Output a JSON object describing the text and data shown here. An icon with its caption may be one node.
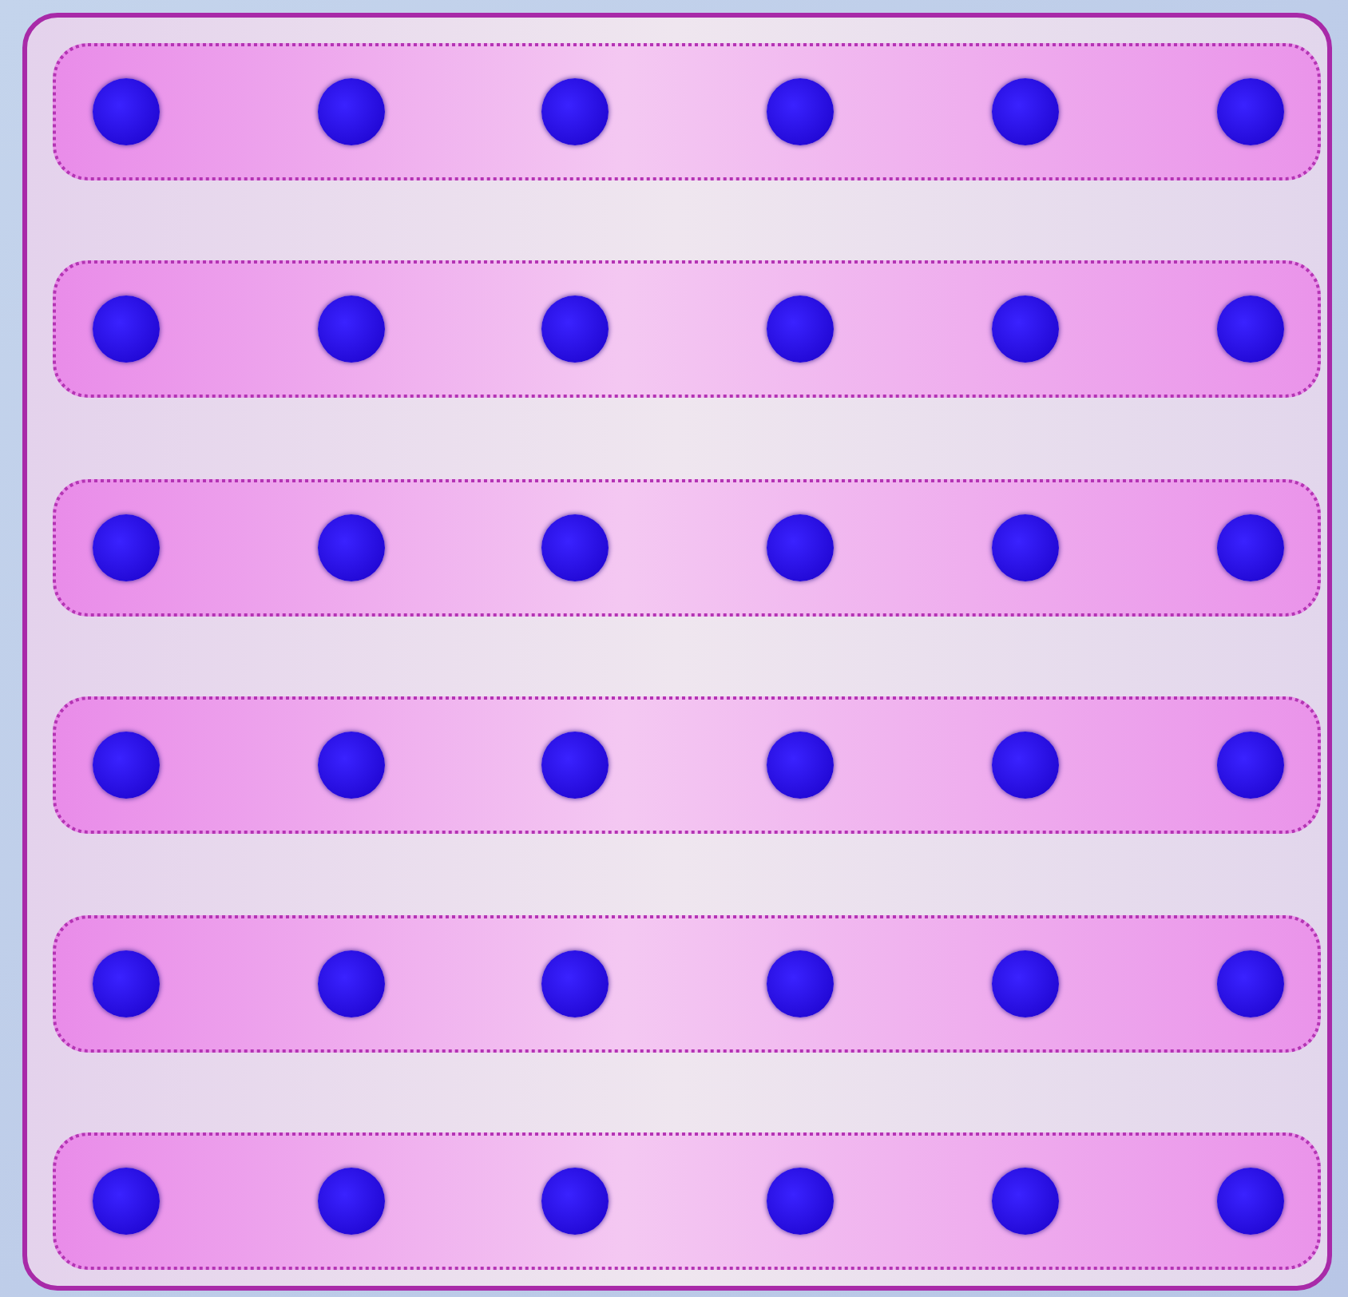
{
  "diagram": {
    "nodes": [
      {
        "text": [],
        "shape": "box"
      },
      {
        "text": [],
        "shape": "box",
        "in": 0
      },
      {
        "text": [],
        "shape": "circle",
        "in": 1
      },
      {
        "text": [],
        "shape": "circle",
        "in": 1
      },
      {
        "text": [],
        "shape": "circle",
        "in": 1
      },
      {
        "text": [],
        "shape": "circle",
        "in": 1
      },
      {
        "text": [],
        "shape": "circle",
        "in": 1
      },
      {
        "text": [],
        "shape": "circle",
        "in": 1
      },
      {
        "text": [],
        "shape": "box",
        "in": 0
      },
      {
        "text": [],
        "shape": "circle",
        "in": 8
      },
      {
        "text": [],
        "shape": "circle",
        "in": 8
      },
      {
        "text": [],
        "shape": "circle",
        "in": 8
      },
      {
        "text": [],
        "shape": "circle",
        "in": 8
      },
      {
        "text": [],
        "shape": "circle",
        "in": 8
      },
      {
        "text": [],
        "shape": "circle",
        "in": 8
      },
      {
        "text": [],
        "shape": "box",
        "in": 0
      },
      {
        "text": [],
        "shape": "circle",
        "in": 15
      },
      {
        "text": [],
        "shape": "circle",
        "in": 15
      },
      {
        "text": [],
        "shape": "circle",
        "in": 15
      },
      {
        "text": [],
        "shape": "circle",
        "in": 15
      },
      {
        "text": [],
        "shape": "circle",
        "in": 15
      },
      {
        "text": [],
        "shape": "circle",
        "in": 15
      },
      {
        "text": [],
        "shape": "box",
        "in": 0
      },
      {
        "text": [],
        "shape": "circle",
        "in": 22
      },
      {
        "text": [],
        "shape": "circle",
        "in": 22
      },
      {
        "text": [],
        "shape": "circle",
        "in": 22
      },
      {
        "text": [],
        "shape": "circle",
        "in": 22
      },
      {
        "text": [],
        "shape": "circle",
        "in": 22
      },
      {
        "text": [],
        "shape": "circle",
        "in": 22
      },
      {
        "text": [],
        "shape": "box",
        "in": 0
      },
      {
        "text": [],
        "shape": "circle",
        "in": 29
      },
      {
        "text": [],
        "shape": "circle",
        "in": 29
      },
      {
        "text": [],
        "shape": "circle",
        "in": 29
      },
      {
        "text": [],
        "shape": "circle",
        "in": 29
      },
      {
        "text": [],
        "shape": "circle",
        "in": 29
      },
      {
        "text": [],
        "shape": "circle",
        "in": 29
      },
      {
        "text": [],
        "shape": "box",
        "in": 0
      },
      {
        "text": [],
        "shape": "circle",
        "in": 36
      },
      {
        "text": [],
        "shape": "circle",
        "in": 36
      },
      {
        "text": [],
        "shape": "circle",
        "in": 36
      },
      {
        "text": [],
        "shape": "circle",
        "in": 36
      },
      {
        "text": [],
        "shape": "circle",
        "in": 36
      },
      {
        "text": [],
        "shape": "circle",
        "in": 36
      }
    ]
  }
}
